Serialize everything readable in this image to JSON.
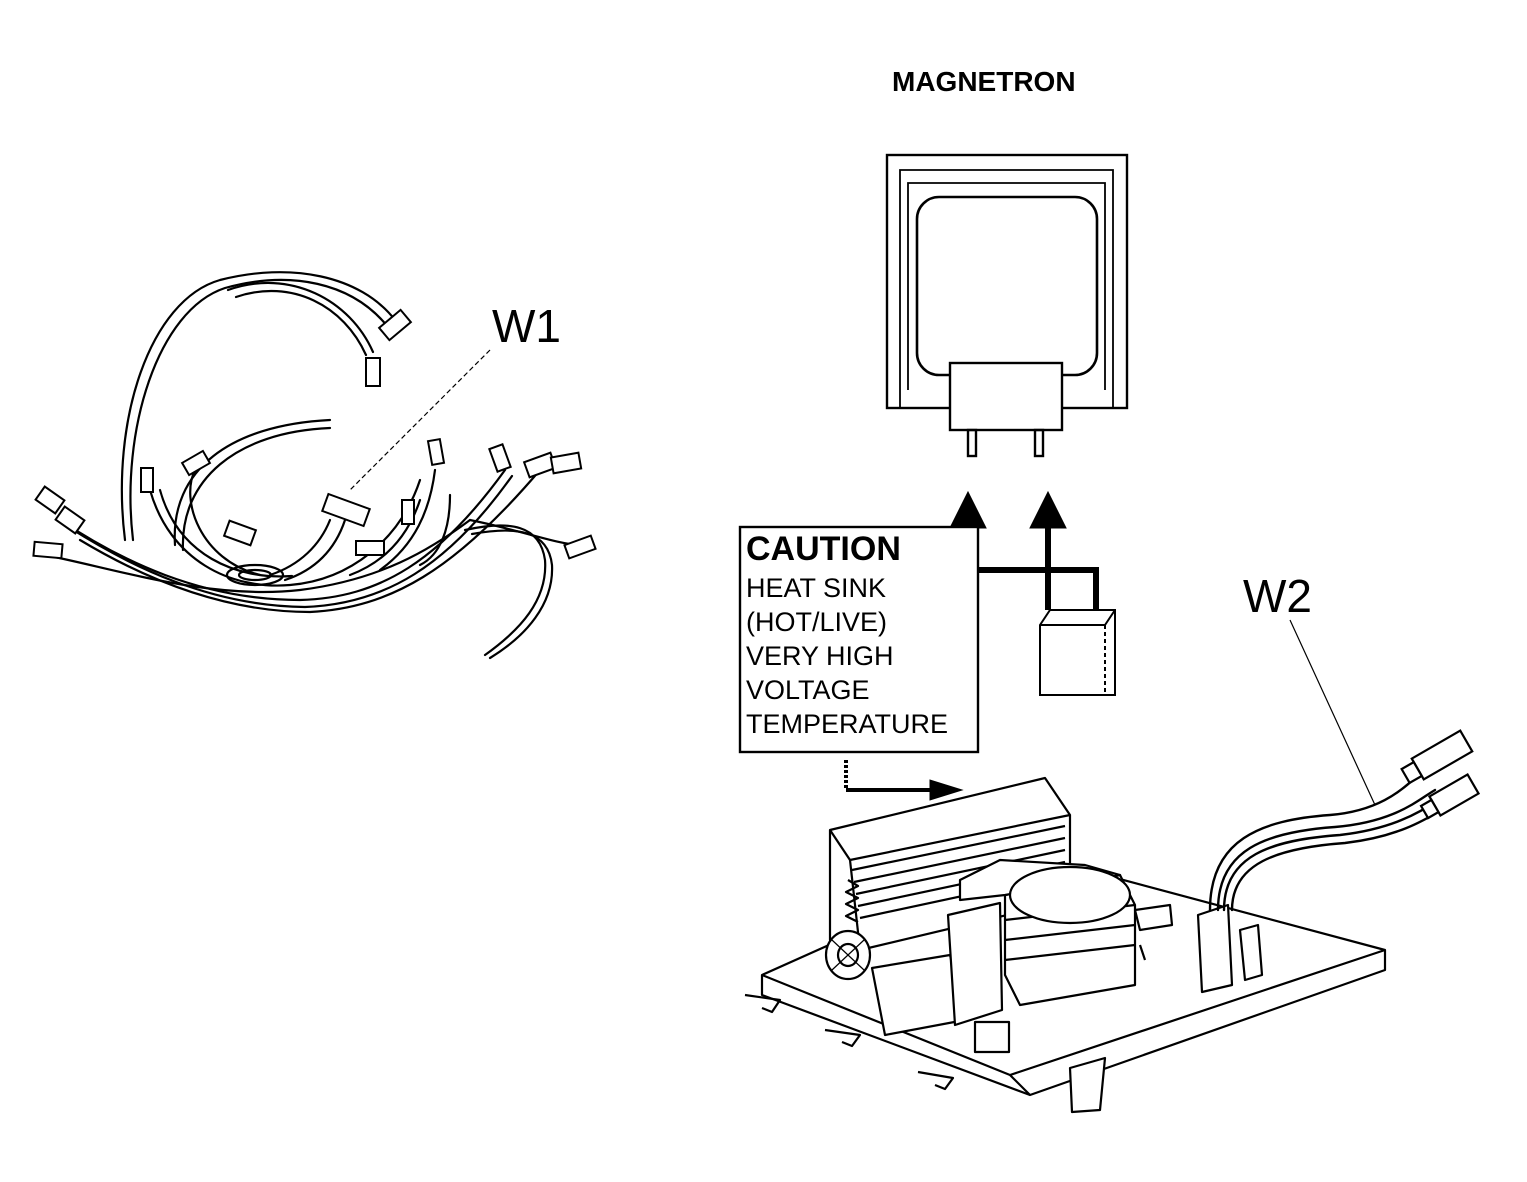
{
  "labels": {
    "magnetron": "MAGNETRON",
    "w1": "W1",
    "w2": "W2"
  },
  "caution": {
    "title": "CAUTION",
    "lines": [
      "HEAT SINK",
      "(HOT/LIVE)",
      "VERY HIGH",
      "VOLTAGE",
      "TEMPERATURE"
    ]
  }
}
